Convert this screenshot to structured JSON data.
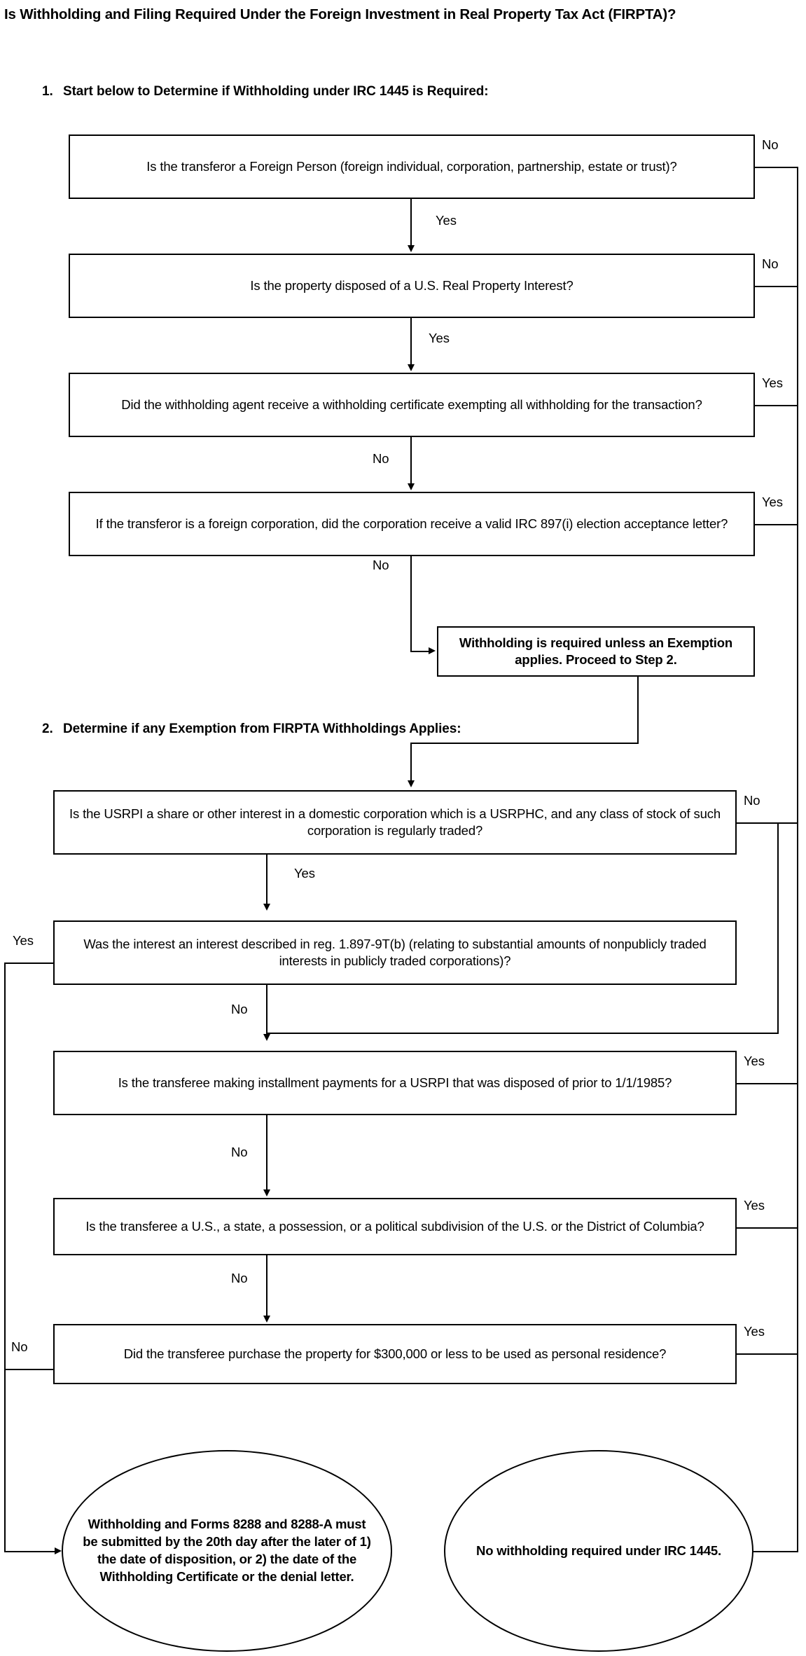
{
  "document": {
    "title": "Is Withholding and Filing Required Under the Foreign Investment in Real Property Tax Act (FIRPTA)?"
  },
  "steps": [
    {
      "number": "1.",
      "heading": "Start below to Determine if Withholding under IRC 1445 is Required:"
    },
    {
      "number": "2.",
      "heading": "Determine if any Exemption from FIRPTA Withholdings Applies:"
    }
  ],
  "nodes": {
    "q1": "Is the transferor a Foreign Person (foreign individual, corporation, partnership, estate or trust)?",
    "q2": "Is the property disposed of a U.S. Real Property Interest?",
    "q3": "Did the withholding agent receive a withholding certificate exempting all withholding for the transaction?",
    "q4": "If the transferor is a foreign corporation, did the corporation receive a valid IRC 897(i) election acceptance letter?",
    "result1": "Withholding is required unless an Exemption applies. Proceed to Step 2.",
    "q5": "Is the USRPI a share or other interest in a domestic corporation which is a USRPHC, and any class of stock of such corporation is regularly traded?",
    "q6": "Was the interest an interest described in reg. 1.897-9T(b) (relating to substantial amounts of nonpublicly traded interests in publicly traded corporations)?",
    "q7": "Is the transferee making installment payments for a USRPI that was disposed of prior to 1/1/1985?",
    "q8": "Is the transferee a U.S., a state, a possession, or a political subdivision of the U.S. or the District of Columbia?",
    "q9": "Did the transferee purchase the property for $300,000 or less to be used as personal residence?",
    "outcome_withhold": "Withholding and Forms 8288 and 8288-A must be submitted by the 20th day after the later of 1) the date of disposition, or 2) the date of the Withholding Certificate or the denial letter.",
    "outcome_no_withhold": "No withholding required under IRC 1445."
  },
  "edges": {
    "q1_yes": "Yes",
    "q1_no": "No",
    "q2_yes": "Yes",
    "q2_no": "No",
    "q3_no": "No",
    "q3_yes": "Yes",
    "q4_no": "No",
    "q4_yes": "Yes",
    "q5_yes": "Yes",
    "q5_no": "No",
    "q6_no": "No",
    "q6_yes": "Yes",
    "q7_no": "No",
    "q7_yes": "Yes",
    "q8_no": "No",
    "q8_yes": "Yes",
    "q9_no": "No",
    "q9_yes": "Yes"
  },
  "colors": {
    "ink": "#000000",
    "paper": "#ffffff"
  }
}
